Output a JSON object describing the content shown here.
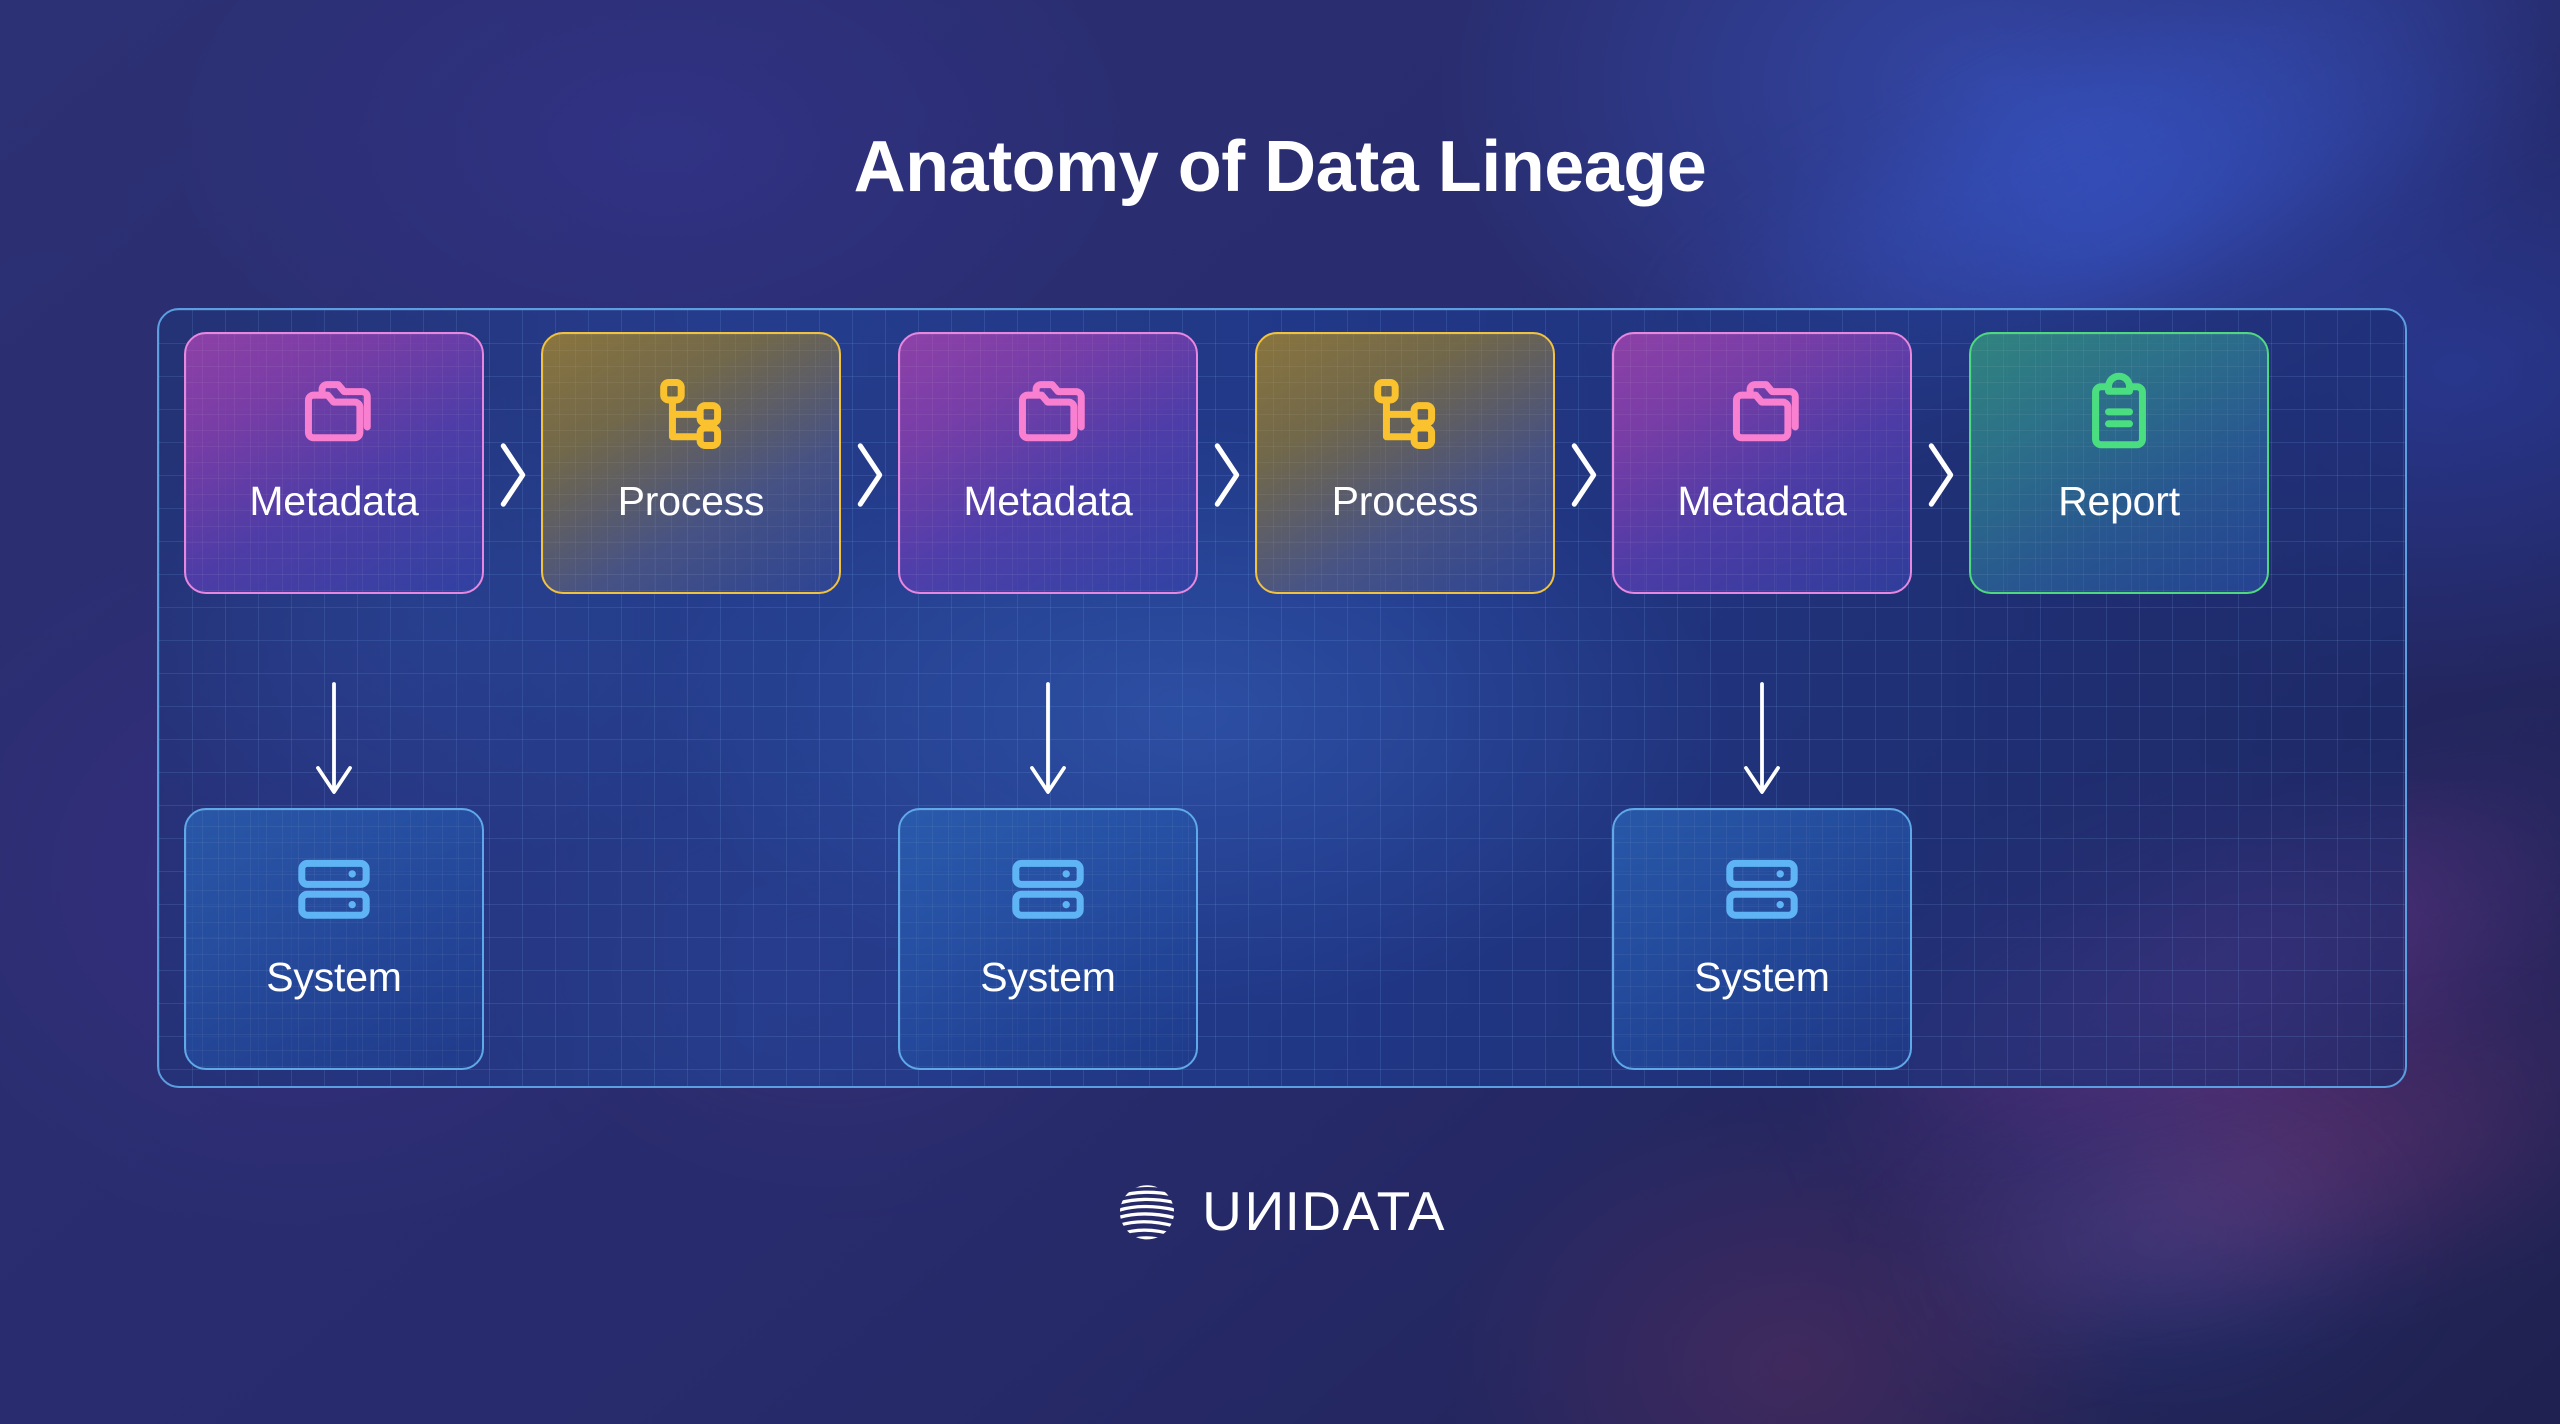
{
  "page": {
    "title": "Anatomy of Data Lineage",
    "background_color": "#2a2e70",
    "container_border_color": "#5c9fe0"
  },
  "diagram": {
    "flow_separator_icon": "chevron-right-icon",
    "link_icon": "arrow-down-icon",
    "top_row": [
      {
        "label": "Metadata",
        "icon": "folders-icon",
        "accent": "#e887e0",
        "icon_color": "#f97fd0"
      },
      {
        "label": "Process",
        "icon": "hierarchy-icon",
        "accent": "#f0c23f",
        "icon_color": "#f9c22e"
      },
      {
        "label": "Metadata",
        "icon": "folders-icon",
        "accent": "#e887e0",
        "icon_color": "#f97fd0"
      },
      {
        "label": "Process",
        "icon": "hierarchy-icon",
        "accent": "#f0c23f",
        "icon_color": "#f9c22e"
      },
      {
        "label": "Metadata",
        "icon": "folders-icon",
        "accent": "#e887e0",
        "icon_color": "#f97fd0"
      },
      {
        "label": "Report",
        "icon": "clipboard-icon",
        "accent": "#4fd97e",
        "icon_color": "#4ade80"
      }
    ],
    "bottom_row": [
      {
        "label": "System",
        "icon": "server-stack-icon",
        "accent": "#5fa9e8",
        "icon_color": "#5fb4f5",
        "under_index": 0
      },
      {
        "label": "System",
        "icon": "server-stack-icon",
        "accent": "#5fa9e8",
        "icon_color": "#5fb4f5",
        "under_index": 2
      },
      {
        "label": "System",
        "icon": "server-stack-icon",
        "accent": "#5fa9e8",
        "icon_color": "#5fb4f5",
        "under_index": 4
      }
    ]
  },
  "logo": {
    "mark_icon": "striped-globe-icon",
    "word_part1": "U",
    "word_part2": "N",
    "word_part3": "IDATA",
    "full_text": "UNIDATA",
    "color": "#ffffff"
  }
}
